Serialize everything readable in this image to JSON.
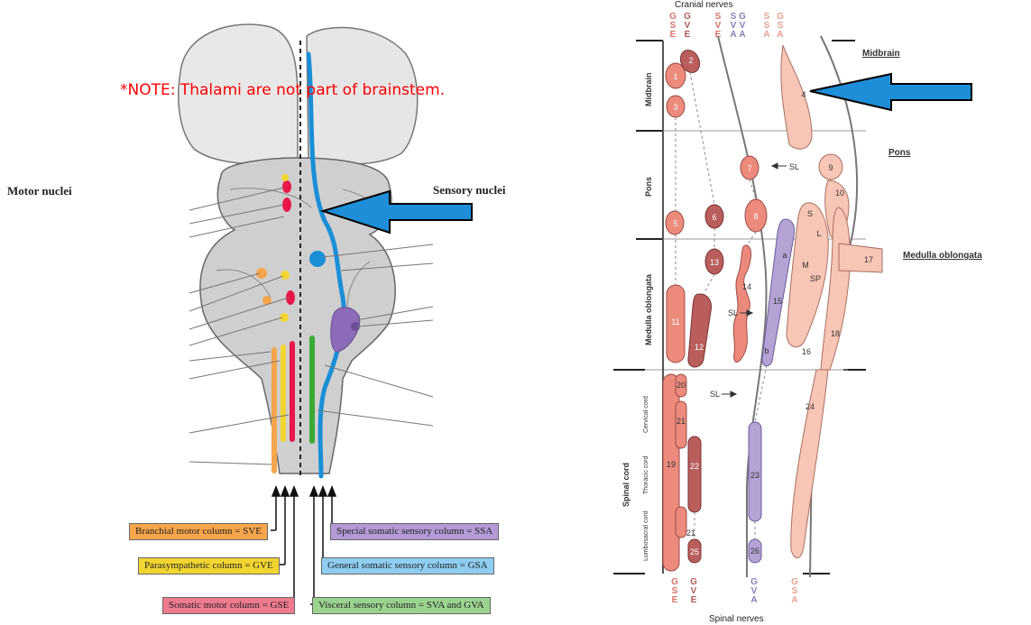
{
  "left_figure": {
    "motor_label": "Motor nuclei",
    "sensory_label": "Sensory nuclei",
    "note": "*NOTE: Thalami are not part of brainstem.",
    "legend": {
      "svE": "Branchial motor column = SVE",
      "gve": "Parasympathetic column = GVE",
      "gse": "Somatic motor column = GSE",
      "ssa": "Special somatic sensory column = SSA",
      "gsa": "General somatic sensory column = GSA",
      "sva": "Visceral sensory column = SVA and GVA"
    },
    "colors": {
      "svE": "#f7a64c",
      "gve": "#f2d531",
      "gse": "#e8174a",
      "ssa": "#8c6bb8",
      "gsa": "#1a8fd6",
      "sva": "#3aaa35",
      "arrow": "#1e8ed8"
    }
  },
  "right_figure": {
    "top_title": "Cranial nerves",
    "bottom_title": "Spinal nerves",
    "top_headers": [
      {
        "chars": [
          "G",
          "S",
          "E"
        ],
        "color": "#d8736a"
      },
      {
        "chars": [
          "G",
          "V",
          "E"
        ],
        "color": "#b05a5a"
      },
      {
        "chars": [
          "S",
          "V",
          "E"
        ],
        "color": "#d8736a"
      },
      {
        "chars": [
          "S",
          "V",
          "A"
        ],
        "color": "#8b7bb8"
      },
      {
        "chars": [
          "G",
          "V",
          "A"
        ],
        "color": "#8b7bb8"
      },
      {
        "chars": [
          "S",
          "S",
          "A"
        ],
        "color": "#e8a090"
      },
      {
        "chars": [
          "G",
          "S",
          "A"
        ],
        "color": "#e8a090"
      }
    ],
    "bottom_headers": [
      {
        "chars": [
          "G",
          "S",
          "E"
        ],
        "color": "#d8736a"
      },
      {
        "chars": [
          "G",
          "V",
          "E"
        ],
        "color": "#b05a5a"
      },
      {
        "chars": [
          "G",
          "V",
          "A"
        ],
        "color": "#8b7bb8"
      },
      {
        "chars": [
          "G",
          "S",
          "A"
        ],
        "color": "#e8a090"
      }
    ],
    "regions": [
      "Midbrain",
      "Pons",
      "Medulla oblongata",
      "Spinal cord"
    ],
    "region_labels_right": [
      "Midbrain",
      "Pons",
      "Medulla oblongata"
    ],
    "cord_levels": [
      "Cervical cord",
      "Thoracic cord",
      "Lumbosacral cord"
    ],
    "sl": "SL",
    "nuclei": [
      "1",
      "2",
      "3",
      "4",
      "5",
      "6",
      "7",
      "8",
      "9",
      "10",
      "11",
      "12",
      "13",
      "14",
      "15",
      "16",
      "17",
      "18",
      "19",
      "20",
      "21",
      "22",
      "23",
      "24",
      "25",
      "26",
      "21"
    ],
    "sublabels": [
      "a",
      "b",
      "S",
      "L",
      "M",
      "SP"
    ]
  }
}
